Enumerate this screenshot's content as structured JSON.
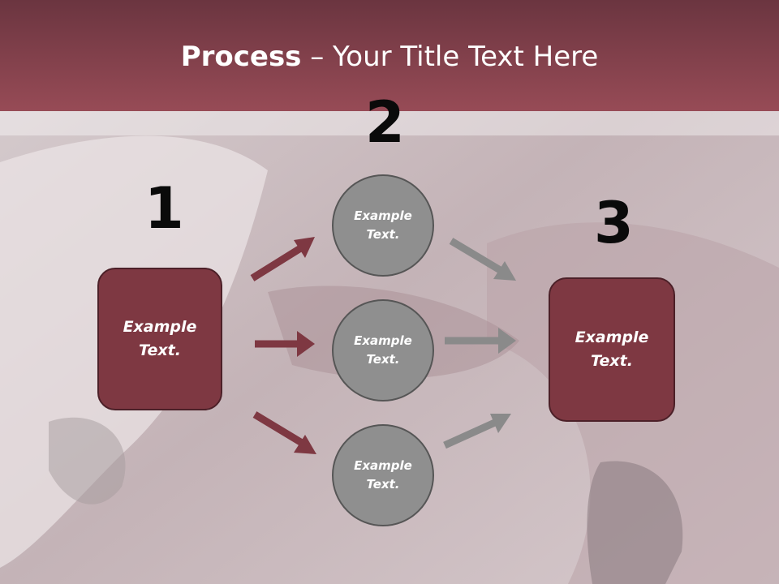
{
  "title": {
    "bold": "Process",
    "rest": " – Your Title Text Here"
  },
  "steps": {
    "one": "1",
    "two": "2",
    "three": "3"
  },
  "left_box": {
    "text": "Example Text."
  },
  "circles": [
    {
      "text": "Example Text."
    },
    {
      "text": "Example Text."
    },
    {
      "text": "Example Text."
    }
  ],
  "right_box": {
    "text": "Example Text."
  },
  "colors": {
    "accent": "#7e3842",
    "header": "#974b56",
    "circle": "#8f8f8f",
    "arrow_red": "#7e3842",
    "arrow_gray": "#8a8a8a"
  }
}
